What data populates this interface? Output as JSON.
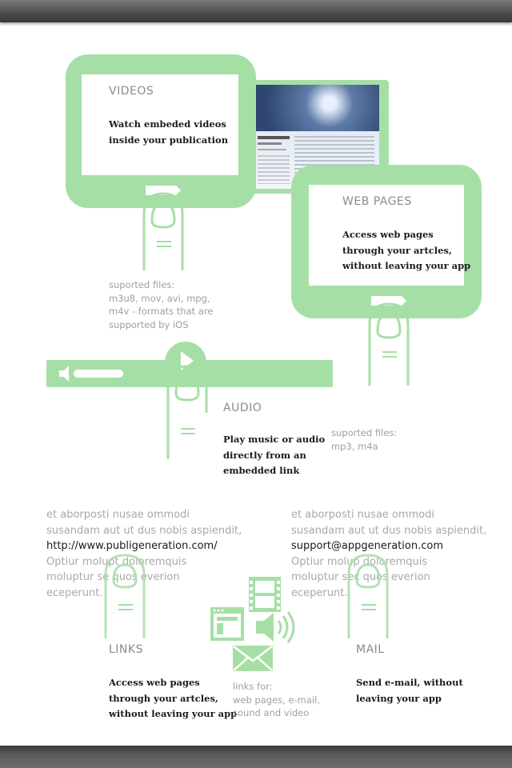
{
  "colors": {
    "accent_green": "#a6dfa6",
    "stroke_green": "#8fd48f",
    "text_gray": "#8b8b8b",
    "text_dark": "#1a1a1a"
  },
  "videos": {
    "heading": "VIDEOS",
    "description": "Watch embeded videos\ninside your publication",
    "supported": "suported files:\nm3u8, mov, avi, mpg,\nm4v - formats that are\nsupported by iOS"
  },
  "web_pages": {
    "heading": "WEB PAGES",
    "description": "Access web pages\nthrough your artcles,\nwithout leaving your app"
  },
  "audio": {
    "heading": "AUDIO",
    "description": "Play music or audio\ndirectly from an\nembedded link",
    "supported": "suported files:\nmp3, m4a"
  },
  "links": {
    "para_line1": "et aborposti nusae ommodi",
    "para_line2": "susandam aut ut dus nobis aspiendit,",
    "url": "http://www.publigeneration.com/",
    "para_line4": "Optiur molupt    doloremquis",
    "para_line5": "moluptur se      quos everion",
    "para_line6": "eceperunt.",
    "heading": "LINKS",
    "description": "Access web pages\nthrough your artcles,\nwithout leaving your app",
    "links_for": "links for:\nweb pages, e-mail,\nsound and video"
  },
  "mail": {
    "para_line1": "et aborposti nusae ommodi",
    "para_line2": "susandam aut ut dus nobis aspiendit,",
    "email": "support@appgeneration.com",
    "para_line4": "Optiur molup     doloremquis",
    "para_line5": "moluptur sec     quos everion",
    "para_line6": "eceperunt.",
    "heading": "MAIL",
    "description": "Send e-mail, without\nleaving your app"
  },
  "icons": [
    "hand-pointer-icon",
    "film-icon",
    "browser-window-icon",
    "speaker-icon",
    "envelope-icon",
    "speaker-slider-icon",
    "play-icon"
  ]
}
